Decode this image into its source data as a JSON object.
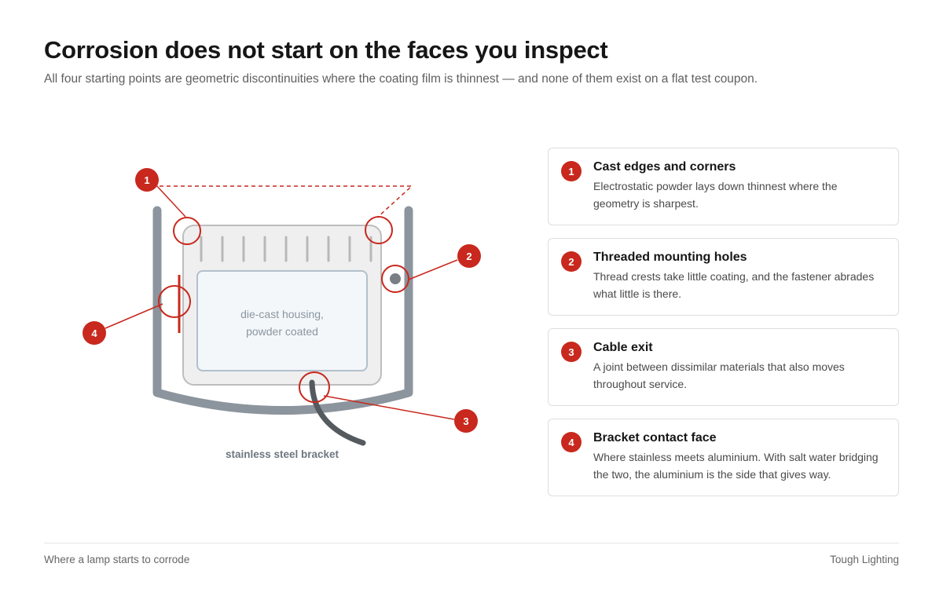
{
  "header": {
    "title": "Corrosion does not start on the faces you inspect",
    "subtitle": "All four starting points are geometric discontinuities where the coating film is thinnest — and none of them exist on a flat test coupon."
  },
  "diagram": {
    "housing_label_line1": "die-cast housing,",
    "housing_label_line2": "powder coated",
    "bracket_label": "stainless steel bracket",
    "markers": [
      "1",
      "2",
      "3",
      "4"
    ],
    "accent_color": "#c8281d"
  },
  "points": [
    {
      "number": "1",
      "title": "Cast edges and corners",
      "body": "Electrostatic powder lays down thinnest where the geometry is sharpest."
    },
    {
      "number": "2",
      "title": "Threaded mounting holes",
      "body": "Thread crests take little coating, and the fastener abrades what little is there."
    },
    {
      "number": "3",
      "title": "Cable exit",
      "body": "A joint between dissimilar materials that also moves throughout service."
    },
    {
      "number": "4",
      "title": "Bracket contact face",
      "body": "Where stainless meets aluminium. With salt water bridging the two, the aluminium is the side that gives way."
    }
  ],
  "footer": {
    "left": "Where a lamp starts to corrode",
    "right": "Tough Lighting"
  }
}
